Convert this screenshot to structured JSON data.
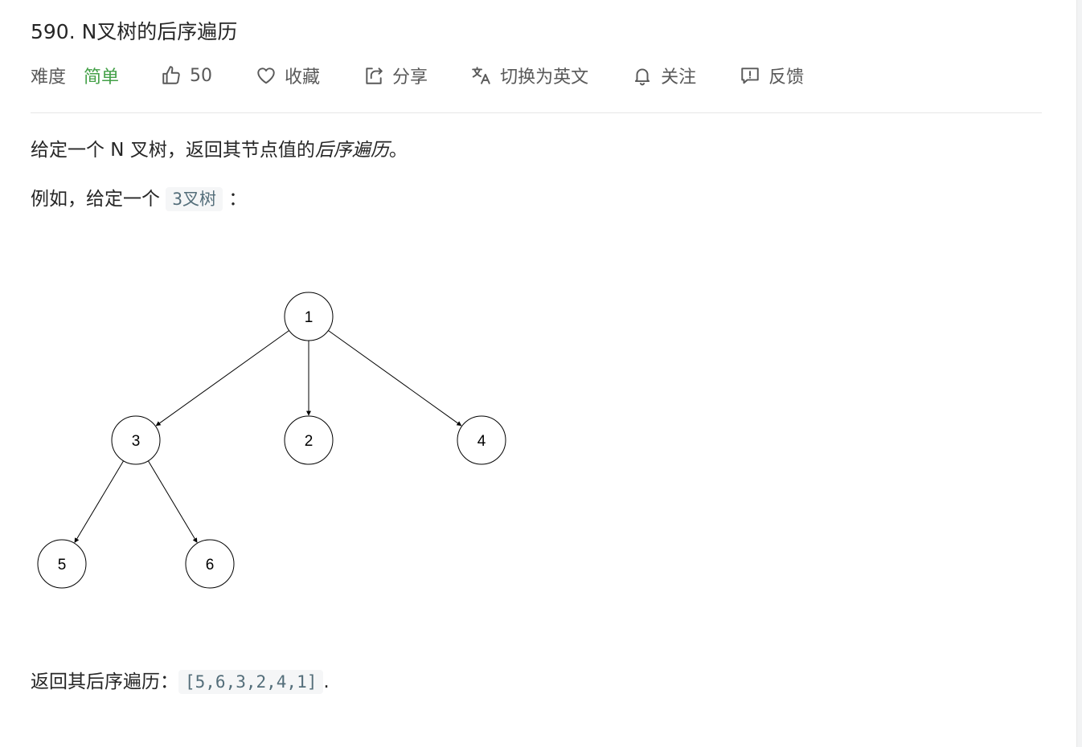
{
  "problem": {
    "title": "590. N叉树的后序遍历"
  },
  "toolbar": {
    "difficulty_label": "难度",
    "difficulty_value": "简单",
    "difficulty_color": "#43a047",
    "likes": "50",
    "collect_label": "收藏",
    "share_label": "分享",
    "translate_label": "切换为英文",
    "follow_label": "关注",
    "feedback_label": "反馈"
  },
  "description": {
    "line1_prefix": "给定一个 N 叉树，返回其节点值的",
    "line1_em": "后序遍历",
    "line1_suffix": "。",
    "line2_prefix": "例如，给定一个",
    "line2_code": "3叉树",
    "line2_suffix": "：",
    "result_prefix": "返回其后序遍历：",
    "result_code": "[5,6,3,2,4,1]",
    "result_suffix": "."
  },
  "tree": {
    "nodes": [
      {
        "id": "1",
        "label": "1"
      },
      {
        "id": "3",
        "label": "3"
      },
      {
        "id": "2",
        "label": "2"
      },
      {
        "id": "4",
        "label": "4"
      },
      {
        "id": "5",
        "label": "5"
      },
      {
        "id": "6",
        "label": "6"
      }
    ],
    "edges": [
      {
        "from": "1",
        "to": "3"
      },
      {
        "from": "1",
        "to": "2"
      },
      {
        "from": "1",
        "to": "4"
      },
      {
        "from": "3",
        "to": "5"
      },
      {
        "from": "3",
        "to": "6"
      }
    ]
  },
  "icons": {
    "like": "thumbs-up-icon",
    "collect": "heart-icon",
    "share": "share-icon",
    "translate": "translate-icon",
    "follow": "bell-icon",
    "feedback": "feedback-icon"
  }
}
